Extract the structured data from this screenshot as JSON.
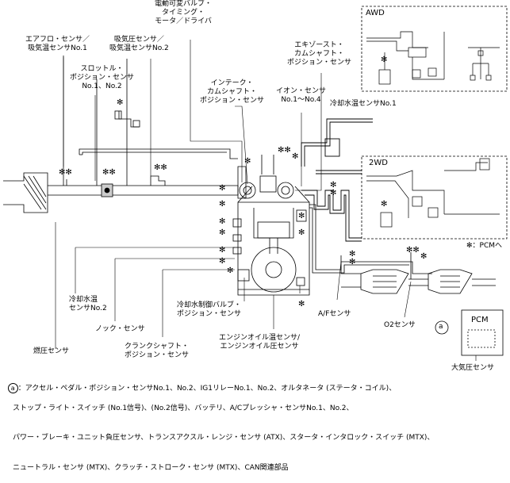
{
  "labels": {
    "vvt_motor": "電動可変バルブ・\nタイミング・\nモータ／ドライバ",
    "afm_iat1": "エアフロ・センサ／\n吸気温センサNo.1",
    "map_iat2": "吸気圧センサ／\n吸気温センサNo.2",
    "tps": "スロットル・\nポジション・センサ\nNo.1、No.2",
    "intake_cmp": "インテーク・\nカムシャフト・\nポジション・センサ",
    "ion": "イオン・センサ\nNo.1～No.4",
    "exhaust_cmp": "エキゾースト・\nカムシャフト・\nポジション・センサ",
    "ect1": "冷却水温センサNo.1",
    "ect2": "冷却水温\nセンサNo.2",
    "knock": "ノック・センサ",
    "ckp": "クランクシャフト・\nポジション・センサ",
    "fuel_pressure": "燃圧センサ",
    "coolant_valve": "冷却水制御バルブ・\nポジション・センサ",
    "oil_temp_press": "エンジンオイル温センサ/\nエンジンオイル圧センサ",
    "af_sensor": "A/Fセンサ",
    "o2_sensor": "O2センサ",
    "baro": "大気圧センサ",
    "pcm_box": "PCM",
    "pcm_legend": "✻：PCMへ",
    "awd": "AWD",
    "twd": "2WD",
    "circle_a": "a"
  },
  "note": {
    "circle": "a",
    "lines": [
      "：アクセル・ペダル・ポジション・センサNo.1、No.2、IG1リレーNo.1、No.2、オルタネータ (ステータ・コイル)、",
      "ストップ・ライト・スイッチ (No.1信号)、(No.2信号)、バッテリ、A/Cプレッシャ・センサNo.1、No.2、",
      "パワー・ブレーキ・ユニット負圧センサ、トランスアクスル・レンジ・センサ (ATX)、スタータ・インタロック・スイッチ (MTX)、",
      "ニュートラル・センサ (MTX)、クラッチ・ストローク・センサ (MTX)、CAN関連部品"
    ]
  }
}
